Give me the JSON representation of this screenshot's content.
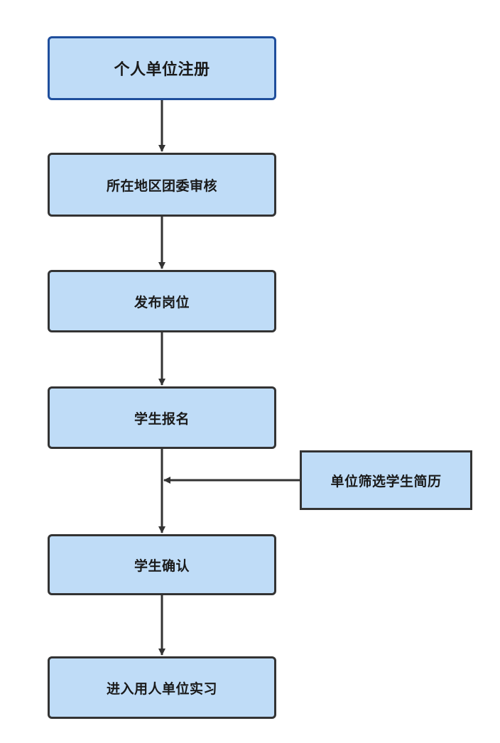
{
  "diagram": {
    "colors": {
      "node_fill": "#bfdcf7",
      "node_border": "#333333",
      "start_border": "#1f4e9c",
      "arrow": "#333333"
    },
    "nodes": {
      "register": "个人单位注册",
      "review": "所在地区团委审核",
      "publish": "发布岗位",
      "apply": "学生报名",
      "screen": "单位筛选学生简历",
      "confirm": "学生确认",
      "internship": "进入用人单位实习"
    },
    "edges": [
      {
        "from": "register",
        "to": "review"
      },
      {
        "from": "review",
        "to": "publish"
      },
      {
        "from": "publish",
        "to": "apply"
      },
      {
        "from": "apply",
        "to": "confirm"
      },
      {
        "from": "screen",
        "to": "apply-confirm-line"
      },
      {
        "from": "confirm",
        "to": "internship"
      }
    ]
  }
}
